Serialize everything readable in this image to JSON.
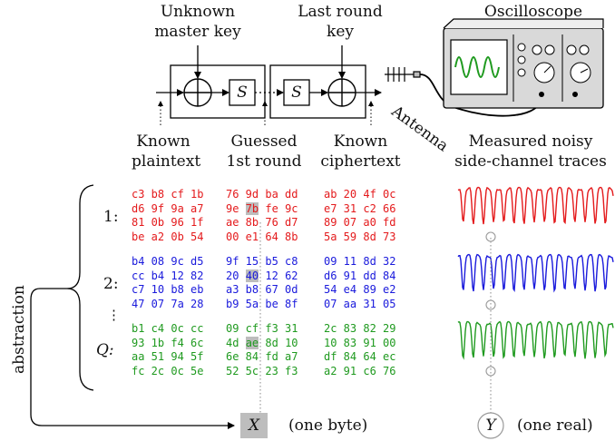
{
  "labels": {
    "unknown_key_1": "Unknown",
    "unknown_key_2": "master key",
    "last_round_1": "Last round",
    "last_round_2": "key",
    "oscilloscope": "Oscilloscope",
    "antenna": "Antenna",
    "known_pt_1": "Known",
    "known_pt_2": "plaintext",
    "guessed_1": "Guessed",
    "guessed_2": "1st round",
    "known_ct_1": "Known",
    "known_ct_2": "ciphertext",
    "traces_1": "Measured noisy",
    "traces_2": "side-channel traces",
    "sbox": "S",
    "abstraction": "abstraction",
    "x_var": "X",
    "x_desc": "(one byte)",
    "y_var": "Y",
    "y_desc": "(one real)",
    "row1": "1:",
    "row2": "2:",
    "rowdots": "⋮",
    "rowq": "Q:"
  },
  "colors": {
    "group1": "#e41a1c",
    "group2": "#1a1adc",
    "group3": "#1f9a1f",
    "highlight": "#bdbdbd"
  },
  "groups": [
    {
      "plaintext": [
        "c3 b8 cf 1b",
        "d6 9f 9a a7",
        "81 0b 96 1f",
        "be a2 0b 54"
      ],
      "round1": [
        "76 9d ba dd",
        "9e 7b fe 9c",
        "ae 8b 76 d7",
        "00 e1 64 8b"
      ],
      "round1_highlight": "7b",
      "ciphertext": [
        "ab 20 4f 0c",
        "e7 31 c2 66",
        "89 07 a0 fd",
        "5a 59 8d 73"
      ]
    },
    {
      "plaintext": [
        "b4 08 9c d5",
        "cc b4 12 82",
        "c7 10 b8 eb",
        "47 07 7a 28"
      ],
      "round1": [
        "9f 15 b5 c8",
        "20 40 12 62",
        "a3 b8 67 0d",
        "b9 5a be 8f"
      ],
      "round1_highlight": "40",
      "ciphertext": [
        "09 11 8d 32",
        "d6 91 dd 84",
        "54 e4 89 e2",
        "07 aa 31 05"
      ]
    },
    {
      "plaintext": [
        "b1 c4 0c cc",
        "93 1b f4 6c",
        "aa 51 94 5f",
        "fc 2c 0c 5e"
      ],
      "round1": [
        "09 cf f3 31",
        "4d ae 8d 10",
        "6e 84 fd a7",
        "52 5c 23 f3"
      ],
      "round1_highlight": "ae",
      "ciphertext": [
        "2c 83 82 29",
        "10 83 91 00",
        "df 84 64 ec",
        "a2 91 c6 76"
      ]
    }
  ]
}
